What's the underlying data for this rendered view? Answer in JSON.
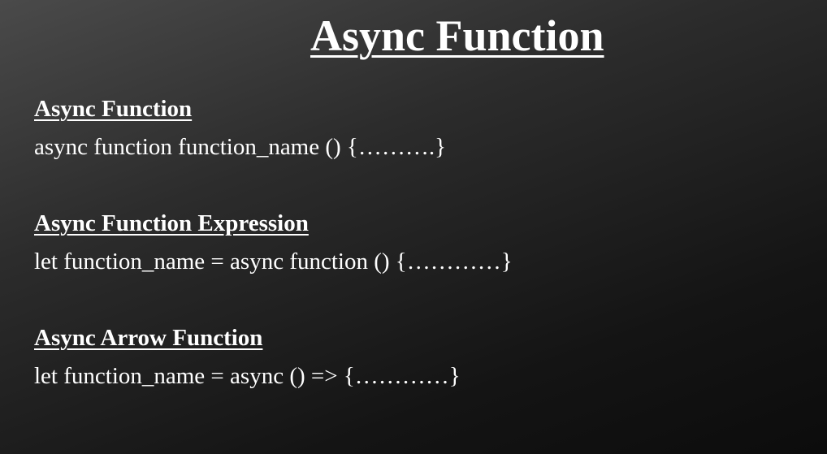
{
  "slide": {
    "title": "Async Function",
    "sections": [
      {
        "heading": "Async Function",
        "syntax": "async function function_name () {……….}"
      },
      {
        "heading": "Async Function Expression",
        "syntax": "let function_name = async function () {…………}"
      },
      {
        "heading": "Async Arrow Function",
        "syntax": "let function_name = async () => {…………}"
      }
    ]
  }
}
